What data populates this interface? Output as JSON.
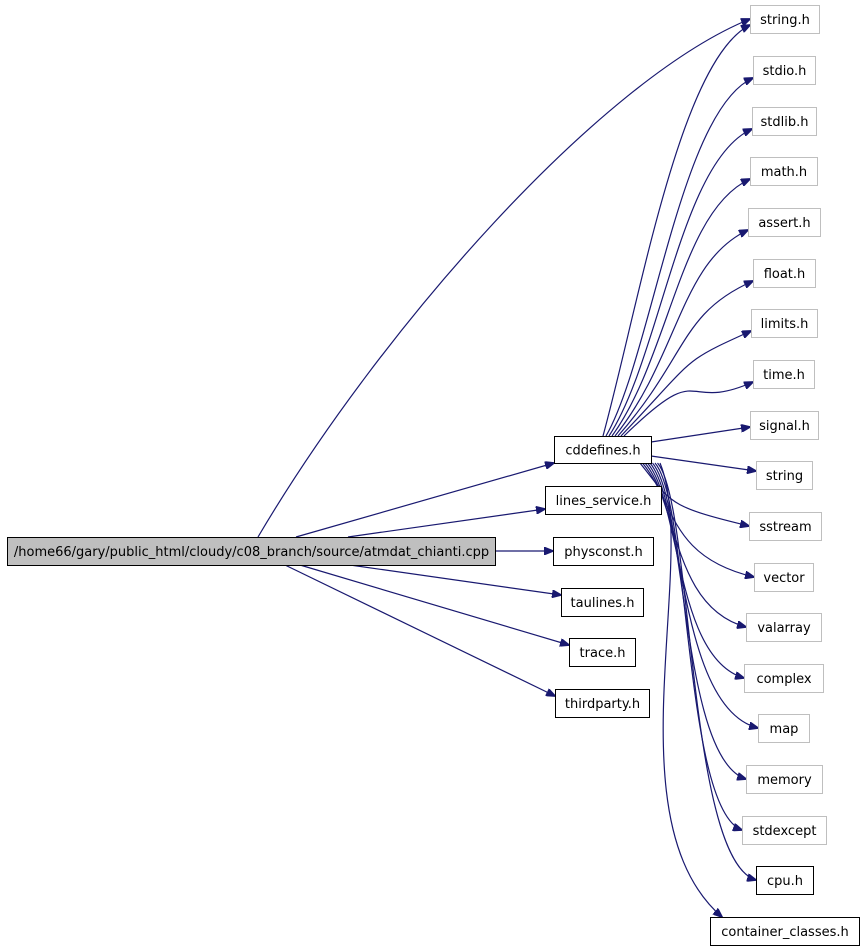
{
  "root": {
    "label": "/home66/gary/public_html/cloudy/c08_branch/source/atmdat_chianti.cpp",
    "fill": "#bfbfbf"
  },
  "hub": {
    "label": "cddefines.h"
  },
  "direct_includes": [
    {
      "id": "lines_service",
      "label": "lines_service.h"
    },
    {
      "id": "physconst",
      "label": "physconst.h"
    },
    {
      "id": "taulines",
      "label": "taulines.h"
    },
    {
      "id": "trace",
      "label": "trace.h"
    },
    {
      "id": "thirdparty",
      "label": "thirdparty.h"
    }
  ],
  "hub_includes": [
    {
      "id": "string_h",
      "label": "string.h",
      "documented": false
    },
    {
      "id": "stdio",
      "label": "stdio.h",
      "documented": false
    },
    {
      "id": "stdlib",
      "label": "stdlib.h",
      "documented": false
    },
    {
      "id": "math",
      "label": "math.h",
      "documented": false
    },
    {
      "id": "assert",
      "label": "assert.h",
      "documented": false
    },
    {
      "id": "float",
      "label": "float.h",
      "documented": false
    },
    {
      "id": "limits",
      "label": "limits.h",
      "documented": false
    },
    {
      "id": "time",
      "label": "time.h",
      "documented": false
    },
    {
      "id": "signal",
      "label": "signal.h",
      "documented": false
    },
    {
      "id": "string",
      "label": "string",
      "documented": false
    },
    {
      "id": "sstream",
      "label": "sstream",
      "documented": false
    },
    {
      "id": "vector",
      "label": "vector",
      "documented": false
    },
    {
      "id": "valarray",
      "label": "valarray",
      "documented": false
    },
    {
      "id": "complex",
      "label": "complex",
      "documented": false
    },
    {
      "id": "map",
      "label": "map",
      "documented": false
    },
    {
      "id": "memory",
      "label": "memory",
      "documented": false
    },
    {
      "id": "stdexcept",
      "label": "stdexcept",
      "documented": false
    },
    {
      "id": "cpu",
      "label": "cpu.h",
      "documented": true
    },
    {
      "id": "container_classes",
      "label": "container_classes.h",
      "documented": true
    }
  ],
  "colors": {
    "edge": "#191970",
    "documented_border": "#000000",
    "external_border": "#bfbfbf",
    "root_fill": "#bfbfbf"
  }
}
